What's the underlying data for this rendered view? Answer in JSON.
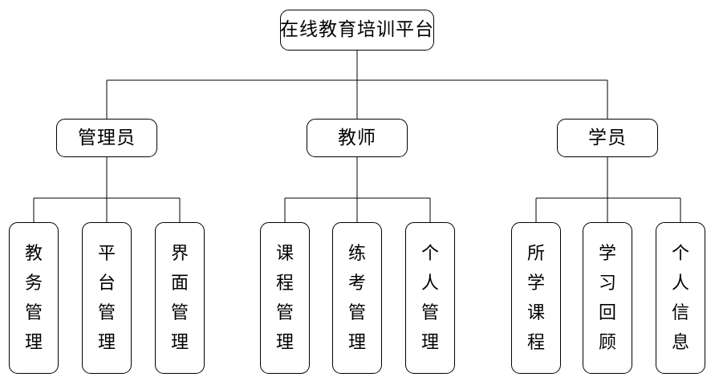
{
  "diagram": {
    "type": "organization-chart",
    "orientation": "top-down",
    "background_color": "#ffffff",
    "stroke_color": "#000000",
    "text_color": "#000000",
    "root": {
      "id": "root",
      "label": "在线教育培训平台",
      "text_direction": "horizontal"
    },
    "branches": [
      {
        "id": "admin",
        "label": "管理员",
        "text_direction": "horizontal",
        "children": [
          {
            "id": "admin-academic",
            "label": "教务管理",
            "text_direction": "vertical"
          },
          {
            "id": "admin-platform",
            "label": "平台管理",
            "text_direction": "vertical"
          },
          {
            "id": "admin-interface",
            "label": "界面管理",
            "text_direction": "vertical"
          }
        ]
      },
      {
        "id": "teacher",
        "label": "教师",
        "text_direction": "horizontal",
        "children": [
          {
            "id": "teacher-course",
            "label": "课程管理",
            "text_direction": "vertical"
          },
          {
            "id": "teacher-exam",
            "label": "练考管理",
            "text_direction": "vertical"
          },
          {
            "id": "teacher-personal",
            "label": "个人管理",
            "text_direction": "vertical"
          }
        ]
      },
      {
        "id": "student",
        "label": "学员",
        "text_direction": "horizontal",
        "children": [
          {
            "id": "student-courses",
            "label": "所学课程",
            "text_direction": "vertical"
          },
          {
            "id": "student-review",
            "label": "学习回顾",
            "text_direction": "vertical"
          },
          {
            "id": "student-profile",
            "label": "个人信息",
            "text_direction": "vertical"
          }
        ]
      }
    ]
  }
}
